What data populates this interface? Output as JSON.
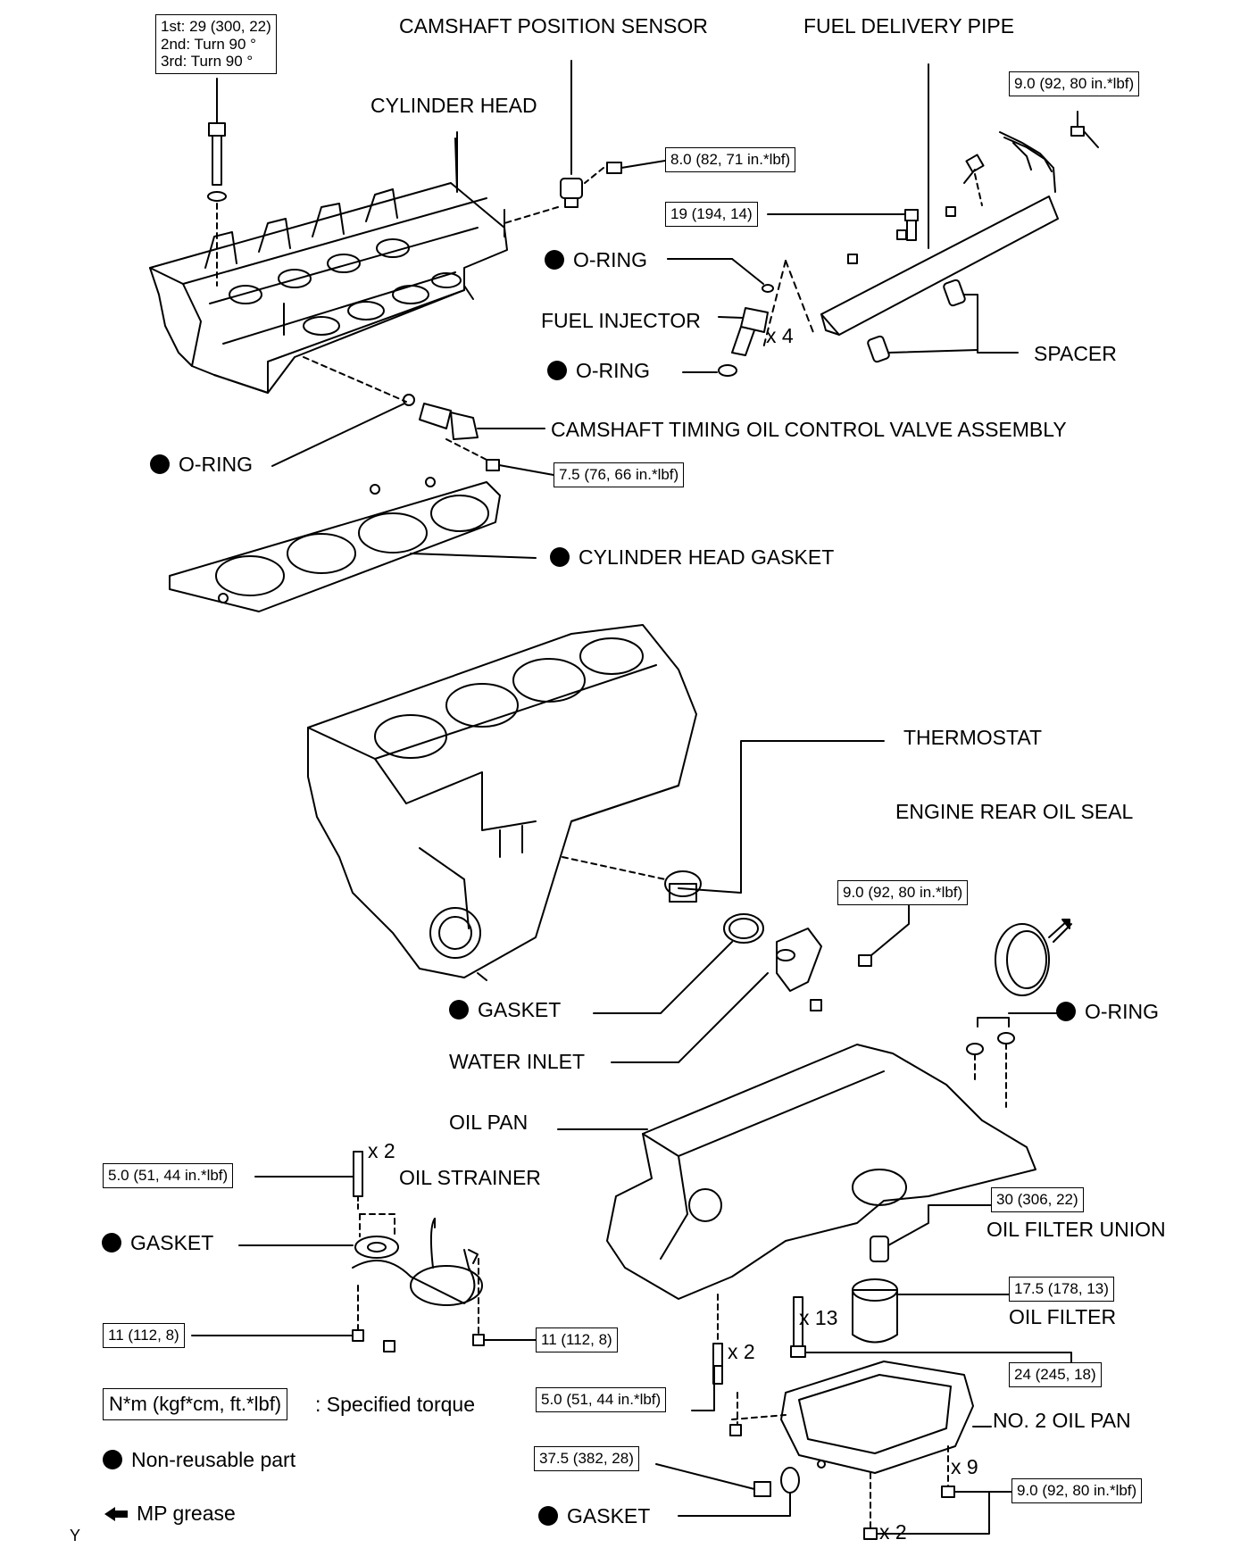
{
  "torque_boxes": {
    "head_bolt": [
      "1st: 29 (300, 22)",
      "2nd:  Turn 90 °",
      "3rd:  Turn 90 °"
    ],
    "cam_sensor": "8.0 (82, 71 in.*lbf)",
    "delivery_pipe_top": "9.0 (92, 80 in.*lbf)",
    "delivery_pipe_bolt": "19 (194, 14)",
    "ocv_bolt": "7.5 (76, 66 in.*lbf)",
    "water_inlet": "9.0 (92, 80 in.*lbf)",
    "stud_top": "5.0 (51, 44 in.*lbf)",
    "strainer_left": "11 (112, 8)",
    "strainer_right": "11 (112, 8)",
    "stud_lower": "5.0 (51, 44 in.*lbf)",
    "filter_union": "30 (306, 22)",
    "oil_filter": "17.5 (178, 13)",
    "oil_pan_bolt": "24 (245, 18)",
    "drain_plug": "37.5 (382, 28)",
    "no2_pan_bolt": "9.0 (92, 80 in.*lbf)"
  },
  "labels": {
    "camshaft_position_sensor": "CAMSHAFT POSITION SENSOR",
    "fuel_delivery_pipe": "FUEL DELIVERY PIPE",
    "cylinder_head": "CYLINDER HEAD",
    "o_ring_1": "O-RING",
    "fuel_injector": "FUEL INJECTOR",
    "o_ring_2": "O-RING",
    "spacer": "SPACER",
    "ocv": "CAMSHAFT TIMING OIL CONTROL VALVE ASSEMBLY",
    "o_ring_3": "O-RING",
    "head_gasket": "CYLINDER HEAD GASKET",
    "thermostat": "THERMOSTAT",
    "rear_oil_seal": "ENGINE REAR OIL SEAL",
    "gasket_1": "GASKET",
    "o_ring_4": "O-RING",
    "water_inlet": "WATER INLET",
    "oil_pan": "OIL PAN",
    "oil_strainer": "OIL STRAINER",
    "gasket_2": "GASKET",
    "oil_filter_union": "OIL FILTER UNION",
    "oil_filter": "OIL FILTER",
    "no2_oil_pan": "NO. 2 OIL PAN",
    "gasket_3": "GASKET"
  },
  "multipliers": {
    "injector": "x 4",
    "stud_top": "x 2",
    "pan_bolts": "x 13",
    "stud_lower": "x 2",
    "no2_pan_bolts": "x 9",
    "no2_pan_bolts_b": "x 2"
  },
  "legend": {
    "torque_unit": "N*m (kgf*cm, ft.*lbf)",
    "torque_desc": ": Specified torque",
    "non_reusable": "Non-reusable part",
    "mp_grease": "MP grease"
  },
  "footer_mark": "Y"
}
